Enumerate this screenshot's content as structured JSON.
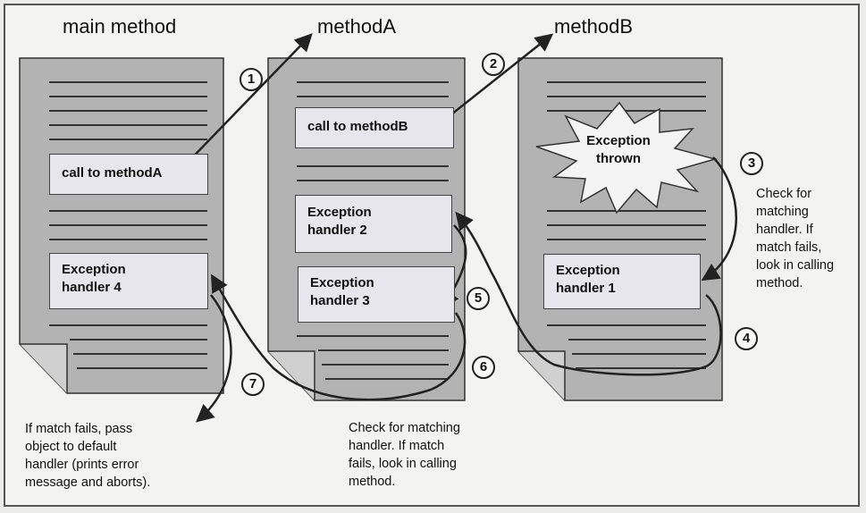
{
  "titles": {
    "main": "main method",
    "a": "methodA",
    "b": "methodB"
  },
  "boxes": {
    "call_a": "call to methodA",
    "handler4": "Exception handler 4",
    "call_b": "call to methodB",
    "handler2": "Exception handler 2",
    "handler3": "Exception handler 3",
    "thrown": "Exception thrown",
    "handler1": "Exception handler 1"
  },
  "steps": [
    "1",
    "2",
    "3",
    "4",
    "5",
    "6",
    "7"
  ],
  "notes": {
    "step3": "Check for\nmatching\nhandler.  If\nmatch fails,\nlook in calling\nmethod.",
    "middle": "Check for matching\nhandler.  If match\nfails, look in calling\nmethod.",
    "left": "If match fails, pass\nobject to default\nhandler (prints error\nmessage and aborts)."
  },
  "colors": {
    "page": "#b3b3b3",
    "box": "#e6e6ec",
    "ink": "#222222"
  }
}
